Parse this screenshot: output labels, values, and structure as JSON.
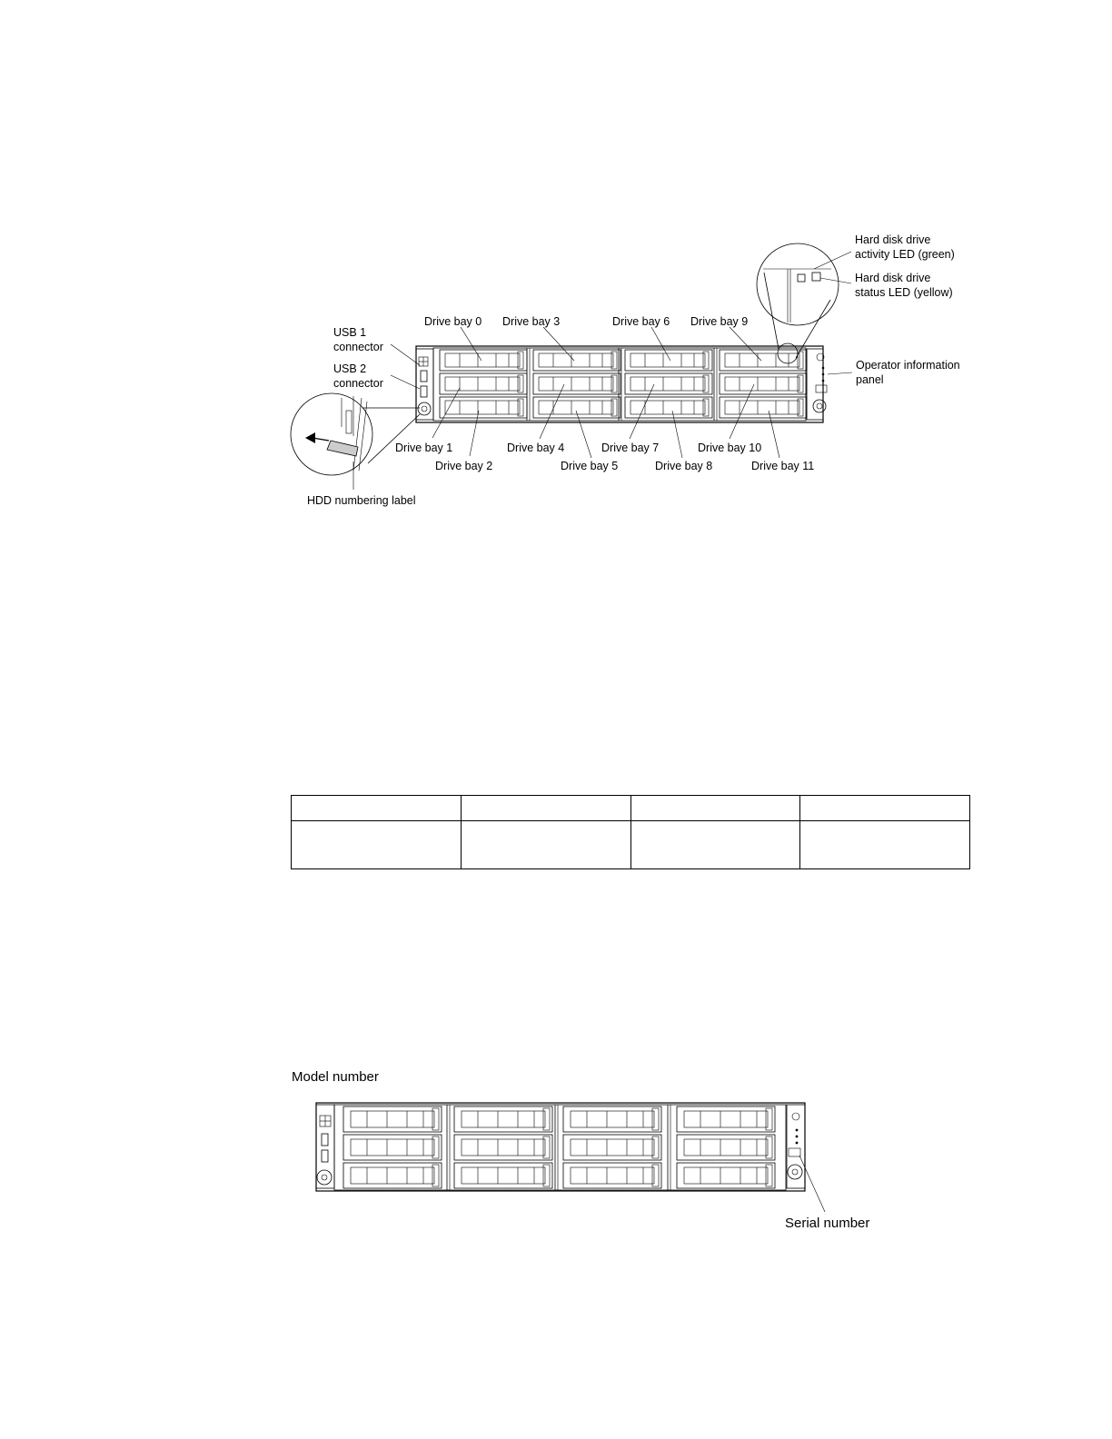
{
  "figure1": {
    "callouts": {
      "hdd_activity_led": [
        "Hard disk drive",
        "activity LED (green)"
      ],
      "hdd_status_led": [
        "Hard disk drive",
        "status LED (yellow)"
      ],
      "usb1": [
        "USB 1",
        "connector"
      ],
      "usb2": [
        "USB 2",
        "connector"
      ],
      "operator_panel": [
        "Operator information",
        "panel"
      ],
      "hdd_numbering_label": "HDD numbering label"
    },
    "drive_bays": [
      "Drive bay 0",
      "Drive bay 1",
      "Drive bay 2",
      "Drive bay 3",
      "Drive bay 4",
      "Drive bay 5",
      "Drive bay 6",
      "Drive bay 7",
      "Drive bay 8",
      "Drive bay 9",
      "Drive bay 10",
      "Drive bay 11"
    ]
  },
  "table": {
    "columns": 4,
    "rows": [
      [
        "",
        "",
        "",
        ""
      ],
      [
        "",
        "",
        "",
        ""
      ]
    ]
  },
  "figure2": {
    "model_number": "Model number",
    "serial_number": "Serial number"
  }
}
